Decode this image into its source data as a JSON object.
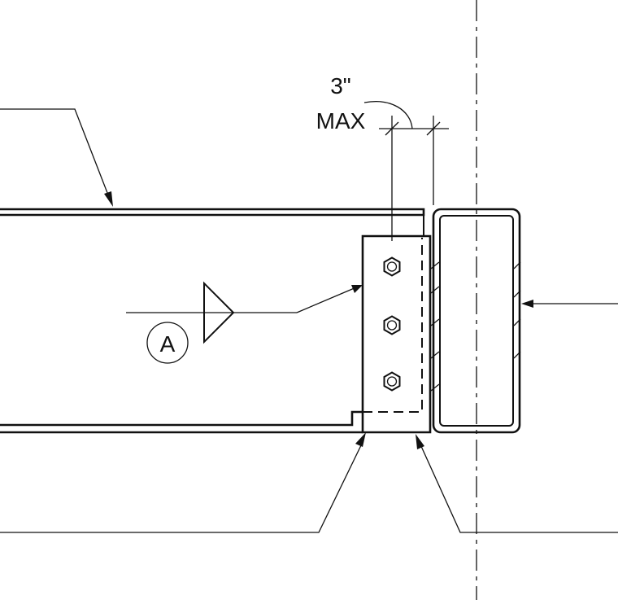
{
  "dimension": {
    "value": "3\"",
    "qualifier": "MAX"
  },
  "weld_symbol": {
    "tail_reference": "A"
  },
  "colors": {
    "line": "#111111",
    "background": "#ffffff"
  }
}
